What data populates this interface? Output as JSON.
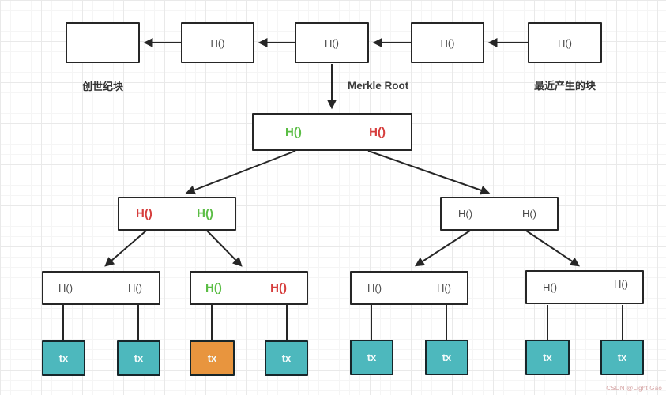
{
  "colors": {
    "green": "#5bbd45",
    "red": "#d63d3c",
    "teal": "#4db8bd",
    "orange": "#e8953e",
    "border": "#262626",
    "ink": "#4a4a4a",
    "watermark": "#d5a3a3"
  },
  "blockchain": {
    "genesis_caption": "创世纪块",
    "latest_caption": "最近产生的块",
    "merkle_root_caption": "Merkle Root",
    "block1_label": "",
    "block2_label": "H()",
    "block3_label": "H()",
    "block4_label": "H()",
    "block5_label": "H()"
  },
  "tree": {
    "root": {
      "left": "H()",
      "right": "H()"
    },
    "left": {
      "left": "H()",
      "right": "H()"
    },
    "right": {
      "left": "H()",
      "right": "H()"
    },
    "leaf_a": {
      "left": "H()",
      "right": "H()"
    },
    "leaf_b": {
      "left": "H()",
      "right": "H()"
    },
    "leaf_c": {
      "left": "H()",
      "right": "H()"
    },
    "leaf_d": {
      "left": "H()",
      "right": "H()"
    },
    "tx_label": "tx"
  },
  "watermark": "CSDN @Light Gao"
}
